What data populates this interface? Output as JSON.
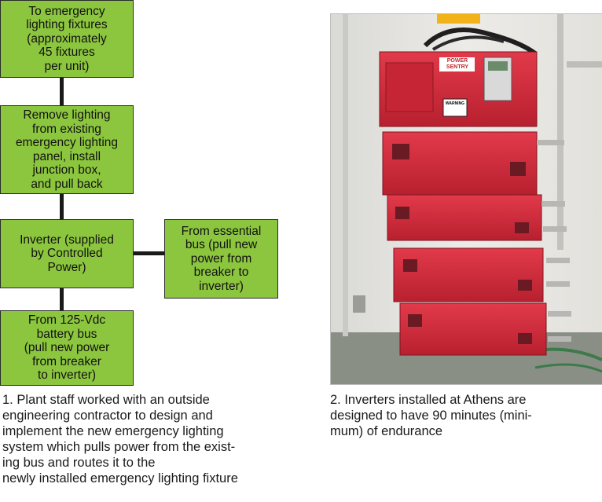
{
  "flow": {
    "box1": "To emergency\nlighting fixtures\n(approximately\n45 fixtures\nper unit)",
    "box2": "Remove lighting\nfrom existing\nemergency lighting\npanel, install\njunction box,\nand pull back",
    "box3": "Inverter (supplied\nby Controlled\nPower)",
    "box4": "From essential\nbus (pull new\npower from\nbreaker to\ninverter)",
    "box5": "From 125-Vdc\nbattery bus\n(pull new power\nfrom breaker\nto inverter)",
    "box_color": "#8cc63f"
  },
  "captions": {
    "left": [
      "1. Plant staff worked with an outside",
      "engineering contractor to design and",
      "implement the new emergency lighting",
      "system which pulls power from the exist-",
      "ing bus and routes it to the",
      "newly installed emergency lighting fixture"
    ],
    "right": [
      "2. Inverters installed at Athens are",
      "designed to have 90 minutes (mini-",
      "mum) of endurance"
    ]
  },
  "photo": {
    "brand": "POWER SENTRY",
    "warning_label": "WARNING",
    "cabinet_color": "#d42a3c"
  }
}
